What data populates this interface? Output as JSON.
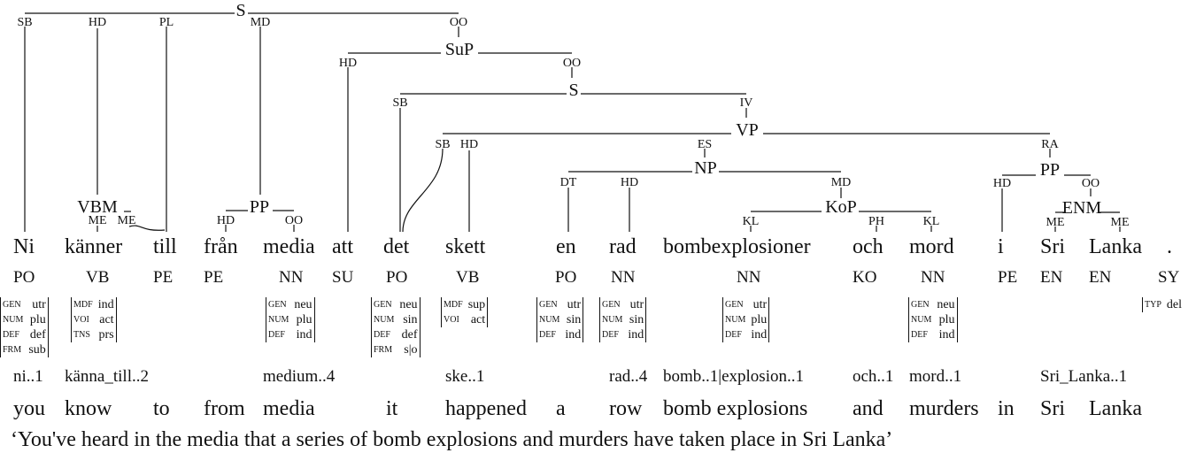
{
  "nodes": [
    {
      "id": "S1",
      "label": "S"
    },
    {
      "id": "SuP",
      "label": "SuP"
    },
    {
      "id": "S2",
      "label": "S"
    },
    {
      "id": "VP",
      "label": "VP"
    },
    {
      "id": "NP",
      "label": "NP"
    },
    {
      "id": "PP2",
      "label": "PP"
    },
    {
      "id": "KoP",
      "label": "KoP"
    },
    {
      "id": "ENM",
      "label": "ENM"
    },
    {
      "id": "VBM",
      "label": "VBM"
    },
    {
      "id": "PP1",
      "label": "PP"
    }
  ],
  "edge_labels": [
    {
      "id": "e_sb1",
      "label": "SB"
    },
    {
      "id": "e_hd1",
      "label": "HD"
    },
    {
      "id": "e_pl",
      "label": "PL"
    },
    {
      "id": "e_md1",
      "label": "MD"
    },
    {
      "id": "e_oo1",
      "label": "OO"
    },
    {
      "id": "e_hd2",
      "label": "HD"
    },
    {
      "id": "e_oo2",
      "label": "OO"
    },
    {
      "id": "e_sb2",
      "label": "SB"
    },
    {
      "id": "e_iv",
      "label": "IV"
    },
    {
      "id": "e_sb3",
      "label": "SB"
    },
    {
      "id": "e_hd3",
      "label": "HD"
    },
    {
      "id": "e_es",
      "label": "ES"
    },
    {
      "id": "e_ra",
      "label": "RA"
    },
    {
      "id": "e_dt",
      "label": "DT"
    },
    {
      "id": "e_hd4",
      "label": "HD"
    },
    {
      "id": "e_md2",
      "label": "MD"
    },
    {
      "id": "e_hd5",
      "label": "HD"
    },
    {
      "id": "e_oo3",
      "label": "OO"
    },
    {
      "id": "e_kl1",
      "label": "KL"
    },
    {
      "id": "e_ph",
      "label": "PH"
    },
    {
      "id": "e_kl2",
      "label": "KL"
    },
    {
      "id": "e_me1",
      "label": "ME"
    },
    {
      "id": "e_me2",
      "label": "ME"
    },
    {
      "id": "e_me3",
      "label": "ME"
    },
    {
      "id": "e_me4",
      "label": "ME"
    },
    {
      "id": "e_hd6",
      "label": "HD"
    },
    {
      "id": "e_oo4",
      "label": "OO"
    }
  ],
  "tokens": [
    {
      "word": "Ni",
      "pos": "PO",
      "lemma": "ni..1",
      "gloss": "you"
    },
    {
      "word": "känner",
      "pos": "VB",
      "lemma": "känna_till..2",
      "gloss": "know"
    },
    {
      "word": "till",
      "pos": "PE",
      "lemma": "",
      "gloss": "to"
    },
    {
      "word": "från",
      "pos": "PE",
      "lemma": "",
      "gloss": "from"
    },
    {
      "word": "media",
      "pos": "NN",
      "lemma": "medium..4",
      "gloss": "media"
    },
    {
      "word": "att",
      "pos": "SU",
      "lemma": "",
      "gloss": ""
    },
    {
      "word": "det",
      "pos": "PO",
      "lemma": "",
      "gloss": "it"
    },
    {
      "word": "skett",
      "pos": "VB",
      "lemma": "ske..1",
      "gloss": "happened"
    },
    {
      "word": "en",
      "pos": "PO",
      "lemma": "",
      "gloss": "a"
    },
    {
      "word": "rad",
      "pos": "NN",
      "lemma": "rad..4",
      "gloss": "row"
    },
    {
      "word": "bombexplosioner",
      "pos": "NN",
      "lemma": "bomb..1|explosion..1",
      "gloss": "bomb explosions"
    },
    {
      "word": "och",
      "pos": "KO",
      "lemma": "och..1",
      "gloss": "and"
    },
    {
      "word": "mord",
      "pos": "NN",
      "lemma": "mord..1",
      "gloss": "murders"
    },
    {
      "word": "i",
      "pos": "PE",
      "lemma": "",
      "gloss": "in"
    },
    {
      "word": "Sri",
      "pos": "EN",
      "lemma": "Sri_Lanka..1",
      "gloss": "Sri"
    },
    {
      "word": "Lanka",
      "pos": "EN",
      "lemma": "",
      "gloss": "Lanka"
    },
    {
      "word": ".",
      "pos": "SY",
      "lemma": "",
      "gloss": ""
    }
  ],
  "features": [
    {
      "rows": [
        {
          "k": "GEN",
          "v": "utr"
        },
        {
          "k": "NUM",
          "v": "plu"
        },
        {
          "k": "DEF",
          "v": "def"
        },
        {
          "k": "FRM",
          "v": "sub"
        }
      ]
    },
    {
      "rows": [
        {
          "k": "MDF",
          "v": "ind"
        },
        {
          "k": "VOI",
          "v": "act"
        },
        {
          "k": "TNS",
          "v": "prs"
        }
      ]
    },
    {
      "rows": [
        {
          "k": "GEN",
          "v": "neu"
        },
        {
          "k": "NUM",
          "v": "plu"
        },
        {
          "k": "DEF",
          "v": "ind"
        }
      ]
    },
    {
      "rows": [
        {
          "k": "GEN",
          "v": "neu"
        },
        {
          "k": "NUM",
          "v": "sin"
        },
        {
          "k": "DEF",
          "v": "def"
        },
        {
          "k": "FRM",
          "v": "s|o"
        }
      ]
    },
    {
      "rows": [
        {
          "k": "MDF",
          "v": "sup"
        },
        {
          "k": "VOI",
          "v": "act"
        }
      ]
    },
    {
      "rows": [
        {
          "k": "GEN",
          "v": "utr"
        },
        {
          "k": "NUM",
          "v": "sin"
        },
        {
          "k": "DEF",
          "v": "ind"
        }
      ]
    },
    {
      "rows": [
        {
          "k": "GEN",
          "v": "utr"
        },
        {
          "k": "NUM",
          "v": "sin"
        },
        {
          "k": "DEF",
          "v": "ind"
        }
      ]
    },
    {
      "rows": [
        {
          "k": "GEN",
          "v": "utr"
        },
        {
          "k": "NUM",
          "v": "plu"
        },
        {
          "k": "DEF",
          "v": "ind"
        }
      ]
    },
    {
      "rows": [
        {
          "k": "GEN",
          "v": "neu"
        },
        {
          "k": "NUM",
          "v": "plu"
        },
        {
          "k": "DEF",
          "v": "ind"
        }
      ]
    },
    {
      "rows": [
        {
          "k": "TYP",
          "v": "del"
        }
      ]
    }
  ],
  "translation": "‘You've heard in the media that a series of bomb explosions and murders have taken place in Sri Lanka’"
}
